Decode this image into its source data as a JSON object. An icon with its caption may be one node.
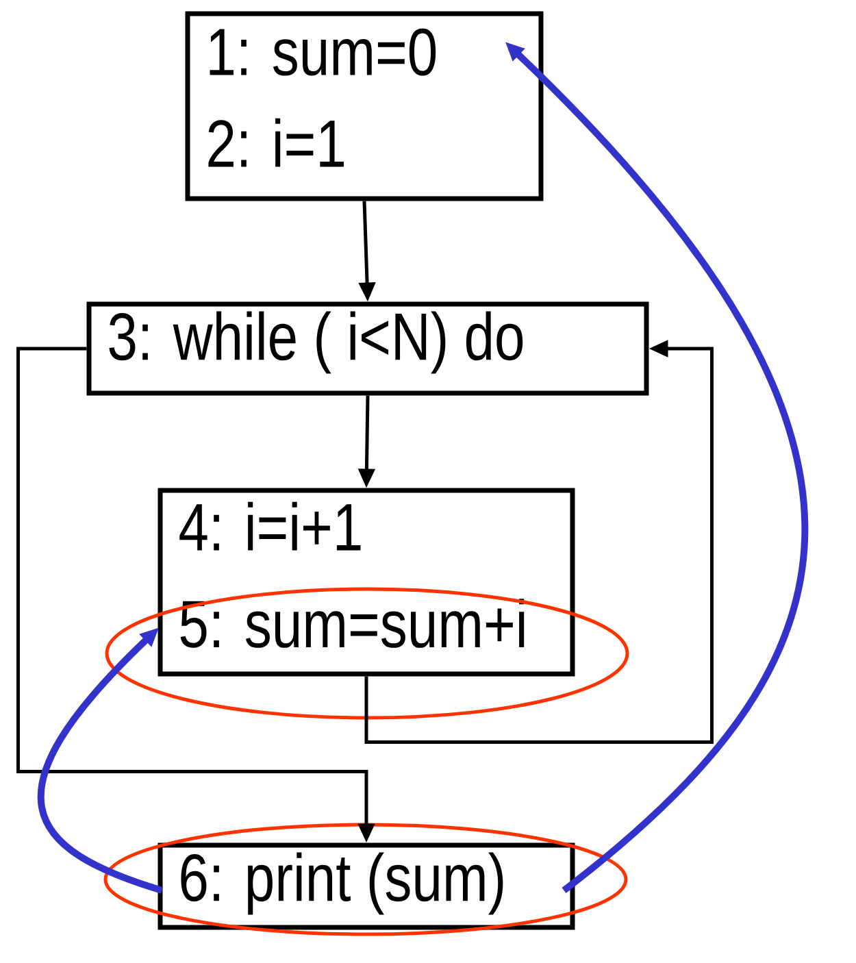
{
  "diagram": {
    "nodes": [
      {
        "text": [
          "1:  sum=0",
          "2:  i=1"
        ]
      },
      {
        "text": [
          "3:  while ( i<N) do"
        ]
      },
      {
        "text": [
          "4:  i=i+1",
          "5:  sum=sum+i"
        ]
      },
      {
        "text": [
          "6:  print (sum)"
        ]
      }
    ],
    "edges": [
      {
        "from": 0,
        "to": 1,
        "arrow": "to"
      },
      {
        "from": 1,
        "to": 2,
        "arrow": "to"
      },
      {
        "from": 2,
        "to": 1,
        "arrow": "to"
      },
      {
        "from": 1,
        "to": 3,
        "arrow": "to"
      },
      {
        "from": 3,
        "to": 2,
        "arrow": "to",
        "style": "thick",
        "color": "#3333cc"
      },
      {
        "from": 3,
        "to": 0,
        "arrow": "to",
        "style": "thick",
        "color": "#3333cc"
      }
    ]
  }
}
